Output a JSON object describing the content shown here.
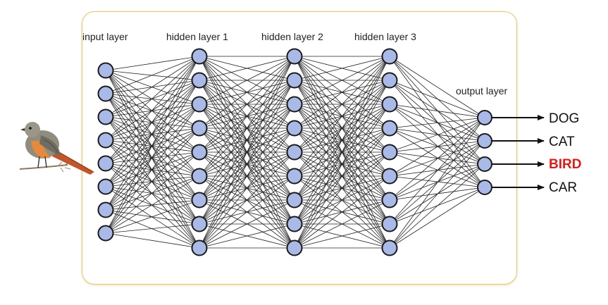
{
  "layers": {
    "input": {
      "label": "input layer",
      "nodes": 8
    },
    "hidden": [
      {
        "label": "hidden layer 1",
        "nodes": 9
      },
      {
        "label": "hidden layer 2",
        "nodes": 9
      },
      {
        "label": "hidden layer 3",
        "nodes": 9
      }
    ],
    "output": {
      "label": "output layer",
      "nodes": 4
    }
  },
  "outputs": [
    {
      "label": "DOG",
      "highlighted": false
    },
    {
      "label": "CAT",
      "highlighted": false
    },
    {
      "label": "BIRD",
      "highlighted": true
    },
    {
      "label": "CAR",
      "highlighted": false
    }
  ],
  "colors": {
    "node_fill": "#a9b9e8",
    "node_stroke": "#1a1a1a",
    "edge": "#222222",
    "frame_border": "#e8c56a",
    "highlight": "#e11b1b"
  },
  "input_image": "bird-illustration"
}
